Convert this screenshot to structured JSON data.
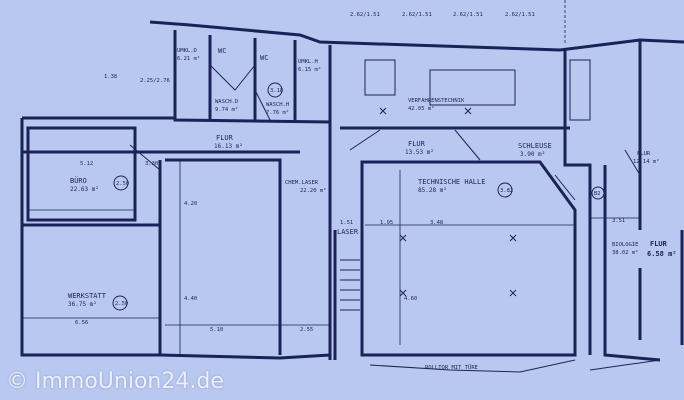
{
  "rooms": {
    "buero": {
      "name": "BÜRO",
      "area": "22.63 m²",
      "tag": "2.50"
    },
    "werkstatt": {
      "name": "WERKSTATT",
      "area": "36.75 m²",
      "tag": "2.50"
    },
    "flur1": {
      "name": "FLUR",
      "area": "16.13 m²"
    },
    "umkl_d": {
      "name": "UMKL.D",
      "area": "6.21 m²"
    },
    "umkl_h": {
      "name": "UMKL.H",
      "area": "6.15 m²"
    },
    "wc1": {
      "name": "WC"
    },
    "wc2": {
      "name": "WC"
    },
    "wasch_d": {
      "name": "WASCH.D",
      "area": "9.74 m²"
    },
    "wasch_h": {
      "name": "WASCH.H",
      "area": "7.76 m²",
      "tag": "3.18"
    },
    "chem_laser": {
      "name": "CHEM.LASER",
      "area": "22.20 m²"
    },
    "laser": {
      "name": "LASER"
    },
    "verfahrenstechnik": {
      "name": "VERFAHRENSTECHNIK",
      "area": "42.05 m²"
    },
    "flur2": {
      "name": "FLUR",
      "area": "13.53 m²"
    },
    "schleuse": {
      "name": "SCHLEUSE",
      "area": "3.90 m²"
    },
    "technische_halle": {
      "name": "TECHNISCHE HALLE",
      "area": "85.28 m²",
      "tag": "3.82"
    },
    "biologie": {
      "name": "BIOLOGIE",
      "area": "38.02 m²"
    },
    "flur3": {
      "name": "FLUR",
      "area": "12.14 m²"
    },
    "flur4": {
      "name": "FLUR",
      "area": "6.58 m²"
    },
    "b_room": {
      "tag": "B2"
    }
  },
  "notes": {
    "rolltor": "ROLLTOR MIT TÜRE"
  },
  "windows": [
    "2.62/1.51",
    "2.62/1.51",
    "2.62/1.51",
    "2.62/1.51",
    "1.38",
    "2.25/2.76"
  ],
  "dimensions": [
    "5.12",
    "3.30",
    "5.10",
    "6.56",
    "2.55",
    "1.51",
    "1.95",
    "3.48",
    "3.51",
    "4.20",
    "4.40",
    "4.60"
  ],
  "watermark": "© ImmoUnion24.de",
  "colors": {
    "paper": "#b9c8ef",
    "ink": "#1b2258"
  }
}
